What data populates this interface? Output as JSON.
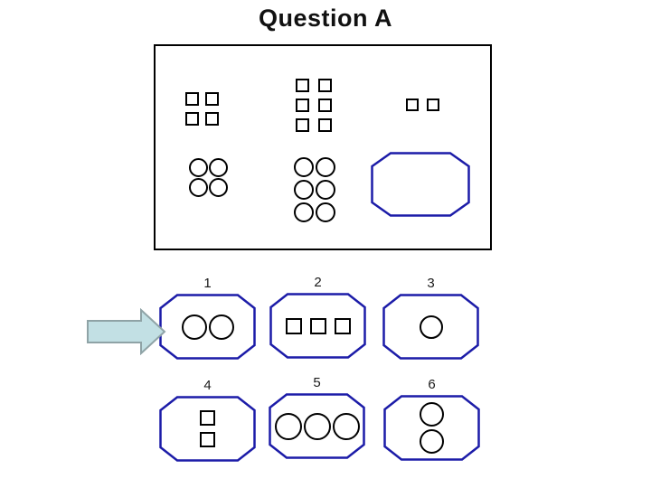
{
  "title": "Question A",
  "colors": {
    "octagon_border": "#1c1ca8",
    "shape_outline": "#000000",
    "box_border": "#000000",
    "arrow_fill": "#c2e0e4",
    "arrow_border": "#8fa3a6"
  },
  "stimulus_box": {
    "description": "matrix of shape groups with one empty answer slot",
    "groups": {
      "squares_four": {
        "shape": "square",
        "rows": 2,
        "cols": 2,
        "count": 4
      },
      "squares_six": {
        "shape": "square",
        "rows": 3,
        "cols": 2,
        "count": 6
      },
      "squares_two": {
        "shape": "square",
        "rows": 1,
        "cols": 2,
        "count": 2
      },
      "circles_four": {
        "shape": "circle",
        "rows": 2,
        "cols": 2,
        "count": 4
      },
      "circles_six": {
        "shape": "circle",
        "rows": 3,
        "cols": 2,
        "count": 6
      },
      "answer_slot": {
        "shape": "empty-octagon",
        "count": 0
      }
    }
  },
  "options": {
    "opt1": {
      "number": "1",
      "shape": "circle",
      "rows": 1,
      "cols": 2,
      "count": 2
    },
    "opt2": {
      "number": "2",
      "shape": "square",
      "rows": 1,
      "cols": 3,
      "count": 3
    },
    "opt3": {
      "number": "3",
      "shape": "circle",
      "rows": 1,
      "cols": 1,
      "count": 1
    },
    "opt4": {
      "number": "4",
      "shape": "square",
      "rows": 2,
      "cols": 1,
      "count": 2
    },
    "opt5": {
      "number": "5",
      "shape": "circle",
      "rows": 1,
      "cols": 3,
      "count": 3
    },
    "opt6": {
      "number": "6",
      "shape": "circle",
      "rows": 2,
      "cols": 1,
      "count": 2
    }
  },
  "arrow": {
    "direction": "right",
    "points_to": "option 1"
  }
}
